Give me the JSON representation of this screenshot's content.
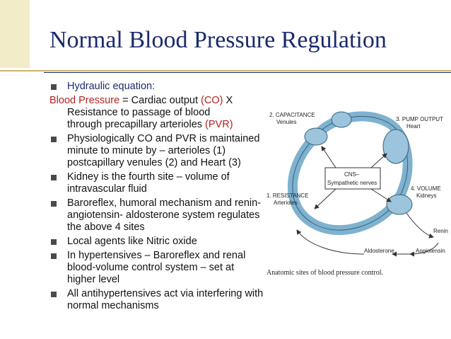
{
  "slide": {
    "title": "Normal Blood Pressure Regulation",
    "accent_color": "#1b2a6b",
    "highlight_color": "#b22222"
  },
  "bullets": {
    "hydraulic": "Hydraulic equation:",
    "bp_line": {
      "part1": "Blood Pressure",
      "part2": " = Cardiac output ",
      "part3": "(CO)",
      "part4": " X",
      "line2": "Resistance to passage of blood",
      "line3": "through precapillary arterioles ",
      "line3_red": "(PVR)"
    },
    "items": [
      "Physiologically CO and PVR is maintained minute to minute by – arterioles (1) postcapillary venules (2) and Heart (3)",
      "Kidney is the fourth site – volume of intravascular fluid",
      "Baroreflex, humoral mechanism and renin-angiotensin- aldosterone system regulates the above 4 sites",
      "Local agents like Nitric oxide",
      "In hypertensives – Baroreflex and renal blood-volume control system – set at higher level",
      "All antihypertensives act via interfering with normal mechanisms"
    ]
  },
  "diagram": {
    "labels": {
      "capacitance": "2. CAPACITANCE",
      "venules": "Venules",
      "pump": "3. PUMP OUTPUT",
      "heart": "Heart",
      "cns": "CNS–",
      "sympathetic": "Sympathetic nerves",
      "resistance": "1. RESISTANCE",
      "arterioles": "Arterioles",
      "volume": "4. VOLUME",
      "kidneys": "Kidneys",
      "renin": "Renin",
      "aldosterone": "Aldosterone",
      "angiotensin": "Angiotensin"
    },
    "caption": "Anatomic sites of blood pressure control."
  }
}
